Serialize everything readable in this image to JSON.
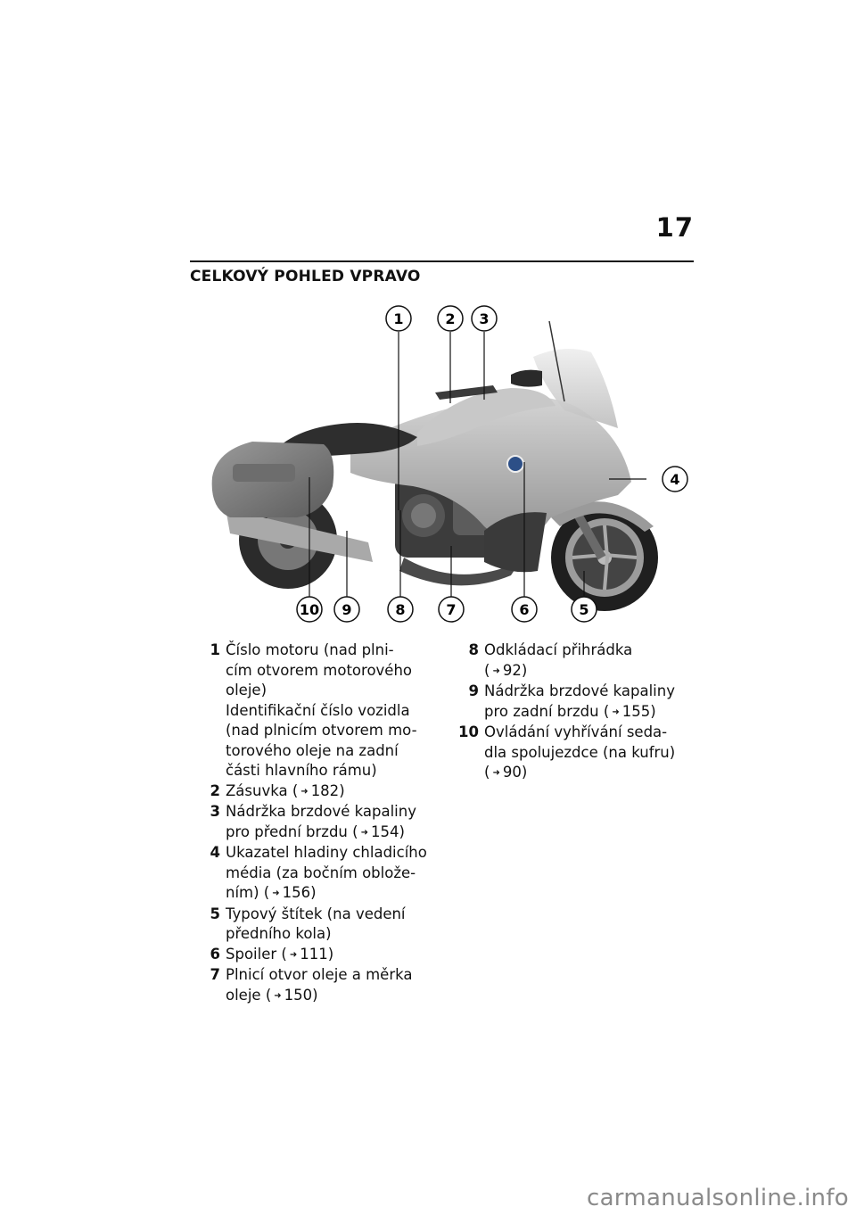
{
  "page": {
    "number": "17"
  },
  "section": {
    "title": "CELKOVÝ POHLED VPRAVO"
  },
  "figure": {
    "callouts": [
      "1",
      "2",
      "3",
      "4",
      "5",
      "6",
      "7",
      "8",
      "9",
      "10"
    ]
  },
  "legend": {
    "left": [
      {
        "num": "1",
        "lines": [
          "Číslo motoru (nad plni-",
          "cím otvorem motorového",
          "oleje)",
          "Identifikační číslo vozidla",
          "(nad plnicím otvorem mo-",
          "torového oleje na zadní",
          "části hlavního rámu)"
        ]
      },
      {
        "num": "2",
        "lines": [
          "Zásuvka"
        ],
        "ref": "182"
      },
      {
        "num": "3",
        "lines": [
          "Nádržka brzdové kapaliny",
          "pro přední brzdu"
        ],
        "ref": "154"
      },
      {
        "num": "4",
        "lines": [
          "Ukazatel hladiny chladicího",
          "média (za bočním oblože-",
          "ním)"
        ],
        "ref": "156"
      },
      {
        "num": "5",
        "lines": [
          "Typový štítek (na vedení",
          "předního kola)"
        ]
      },
      {
        "num": "6",
        "lines": [
          "Spoiler"
        ],
        "ref": "111"
      },
      {
        "num": "7",
        "lines": [
          "Plnicí otvor oleje a měrka",
          "oleje"
        ],
        "ref": "150"
      }
    ],
    "right": [
      {
        "num": "8",
        "lines": [
          "Odkládací přihrádka",
          ""
        ],
        "ref": "92"
      },
      {
        "num": "9",
        "lines": [
          "Nádržka brzdové kapaliny",
          "pro zadní brzdu"
        ],
        "ref": "155"
      },
      {
        "num": "10",
        "lines": [
          "Ovládání vyhřívání seda-",
          "dla spolujezdce (na kufru)",
          ""
        ],
        "ref": "90"
      }
    ]
  },
  "ref_icon": "arrow-right-icon",
  "footer": {
    "brand": "carmanualsonline.info"
  }
}
